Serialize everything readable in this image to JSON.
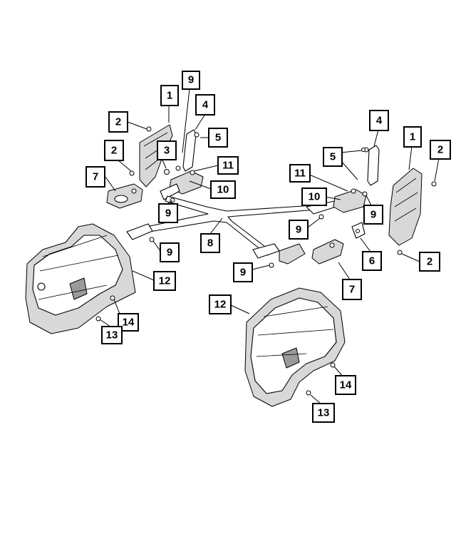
{
  "callouts": {
    "c1_left": "1",
    "c2_left_top": "2",
    "c2_left_mid": "2",
    "c3": "3",
    "c4_left": "4",
    "c5_left": "5",
    "c7_left": "7",
    "c9_top": "9",
    "c9_left_a": "9",
    "c9_left_b": "9",
    "c10_left": "10",
    "c11_left": "11",
    "c12_left": "12",
    "c13_left": "13",
    "c14_left": "14",
    "c8": "8",
    "c9_bottom": "9",
    "c4_right": "4",
    "c1_right": "1",
    "c2_right_top": "2",
    "c5_right": "5",
    "c11_right": "11",
    "c10_right": "10",
    "c9_right_a": "9",
    "c9_right_b": "9",
    "c6": "6",
    "c2_right_bottom": "2",
    "c7_right": "7",
    "c12_right": "12",
    "c14_right": "14",
    "c13_right": "13"
  }
}
